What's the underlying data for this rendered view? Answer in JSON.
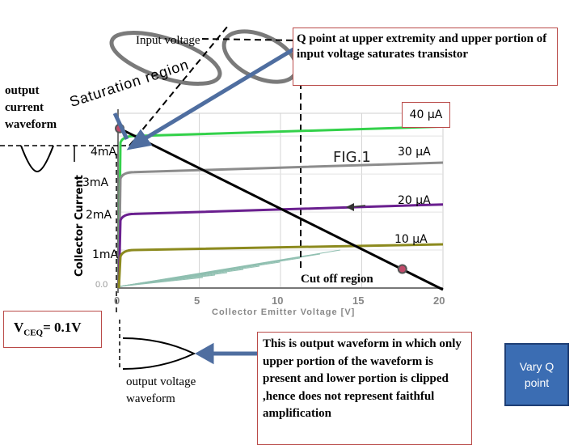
{
  "labels": {
    "input_voltage": "Input voltage",
    "output_current_waveform": "output\ncurrent\nwaveform",
    "saturation_region": "Saturation region",
    "q_point_note": "Q point at  upper extremity and  upper portion of input voltage  saturates transistor",
    "fig": "FIG.1",
    "cutoff_region": "Cut off region",
    "vceq_base": "V",
    "vceq_sub": "CEQ",
    "vceq_value": "= 0.1V",
    "output_voltage_waveform": "output voltage\nwaveform",
    "output_note": "This is output waveform   in which only  upper portion  of the waveform is present and lower portion is clipped ,hence does not represent faithful amplification"
  },
  "buttons": {
    "vary_q_point": "Vary Q\npoint"
  },
  "chart_data": {
    "type": "line",
    "xlabel": "Collector Emitter Voltage [V]",
    "ylabel": "Collector Current",
    "x_ticks": [
      "0",
      "5",
      "10",
      "15",
      "20"
    ],
    "y_tick_visible": "0.0",
    "y_labels": [
      "4mA",
      "3mA",
      "2mA",
      "1mA"
    ],
    "xlim": [
      0,
      20
    ],
    "ylim": [
      0,
      4.6
    ],
    "series": [
      {
        "name": "40 µA",
        "color": "#33d14a",
        "values": [
          [
            0.3,
            4.0
          ],
          [
            20,
            4.25
          ]
        ]
      },
      {
        "name": "30 µA",
        "color": "#8c8c8c",
        "values": [
          [
            0.3,
            3.05
          ],
          [
            20,
            3.3
          ]
        ]
      },
      {
        "name": "20 µA",
        "color": "#6a1f8f",
        "values": [
          [
            0.3,
            1.95
          ],
          [
            20,
            2.2
          ]
        ]
      },
      {
        "name": "10 µA",
        "color": "#8c8a1e",
        "values": [
          [
            0.3,
            1.0
          ],
          [
            20,
            1.15
          ]
        ]
      }
    ],
    "load_line": [
      [
        0.1,
        4.2
      ],
      [
        20,
        0
      ]
    ],
    "q_points": [
      [
        0.1,
        4.2
      ],
      [
        17.5,
        0.5
      ]
    ],
    "grid": true
  }
}
